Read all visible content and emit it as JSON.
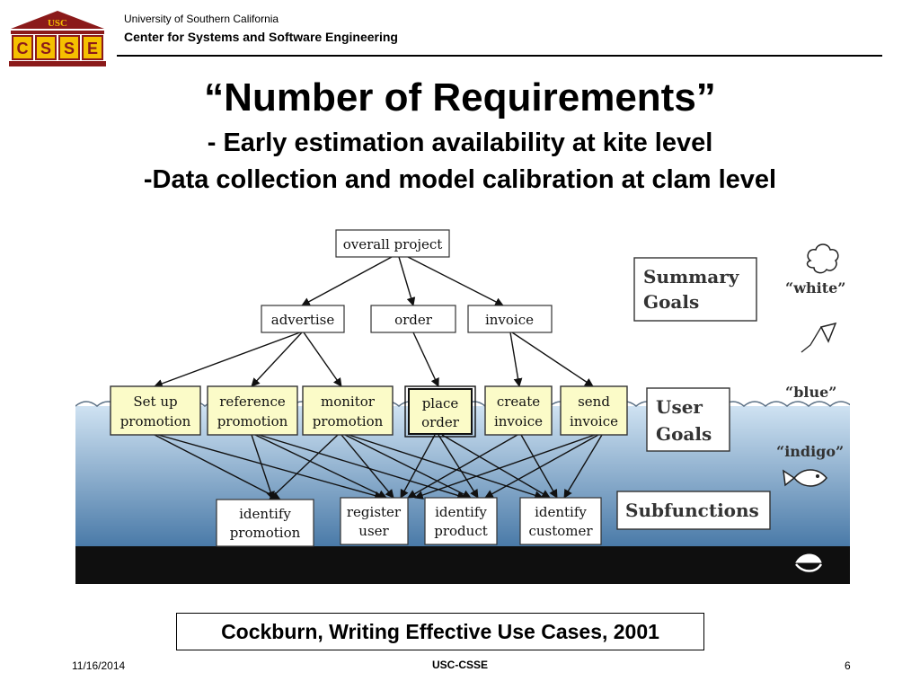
{
  "header": {
    "logo_text": "USC",
    "logo_letters": [
      "C",
      "S",
      "S",
      "E"
    ],
    "university": "University of Southern California",
    "department": "Center for Systems and Software Engineering"
  },
  "slide": {
    "title": "“Number of Requirements”",
    "subtitle1": "- Early estimation availability at kite level",
    "subtitle2": "-Data collection and model calibration at clam level"
  },
  "diagram": {
    "root": [
      "overall project"
    ],
    "summary": [
      [
        "advertise"
      ],
      [
        "order"
      ],
      [
        "invoice"
      ]
    ],
    "user_goals": [
      [
        "Set up",
        "promotion"
      ],
      [
        "reference",
        "promotion"
      ],
      [
        "monitor",
        "promotion"
      ],
      [
        "place",
        "order"
      ],
      [
        "create",
        "invoice"
      ],
      [
        "send",
        "invoice"
      ]
    ],
    "subfunctions": [
      [
        "identify",
        "promotion"
      ],
      [
        "register",
        "user"
      ],
      [
        "identify",
        "product"
      ],
      [
        "identify",
        "customer"
      ]
    ],
    "goal_boxes": {
      "summary": [
        "Summary",
        "Goals"
      ],
      "user": [
        "User",
        "Goals"
      ],
      "sub": [
        "Subfunctions"
      ]
    },
    "levels": {
      "white": "“white”",
      "blue": "“blue”",
      "indigo": "“indigo”"
    },
    "colors": {
      "sky": "#ffffff",
      "water_top": "#cfe2f2",
      "water_bottom": "#4a7aa8",
      "seabed": "#0f0f0f",
      "user_goal_fill": "#fbfbc8"
    }
  },
  "citation": "Cockburn, Writing Effective Use Cases, 2001",
  "footer": {
    "date": "11/16/2014",
    "center": "USC-CSSE",
    "page": "6"
  }
}
